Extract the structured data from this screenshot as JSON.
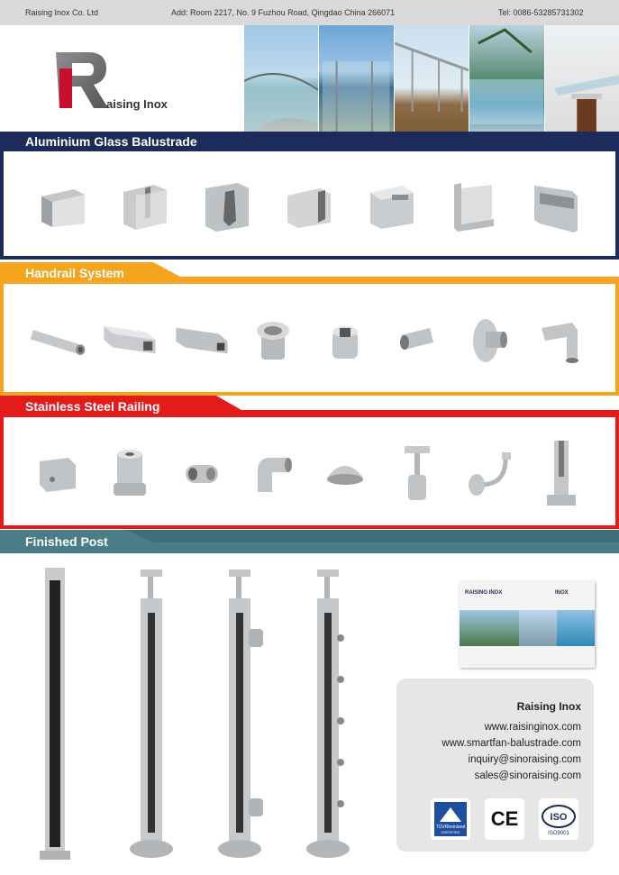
{
  "header": {
    "company": "Raising Inox Co. Ltd",
    "address": "Add: Room 2217, No. 9 Fuzhou Road, Qingdao China 266071",
    "tel": "Tel: 0086-53285731302"
  },
  "logo": {
    "letter": "R",
    "text": "aising Inox"
  },
  "sections": {
    "aluminium": {
      "title": "Aluminium Glass Balustrade",
      "color": "#1c2b5a"
    },
    "handrail": {
      "title": "Handrail System",
      "color": "#f5a51d"
    },
    "stainless": {
      "title": "Stainless Steel Railing",
      "color": "#e31b1b"
    },
    "finished": {
      "title": "Finished Post",
      "color": "#3e6f78"
    }
  },
  "catalog": {
    "brand1": "RAISING INOX",
    "brand2": "INOX"
  },
  "contact": {
    "company": "Raising Inox",
    "web1": "www.raisinginox.com",
    "web2": "www.smartfan-balustrade.com",
    "email1": "inquiry@sinoraising.com",
    "email2": "sales@sinoraising.com"
  },
  "badges": {
    "tuv": "TÜVRheinland",
    "tuv_sub": "CERTIFIED",
    "ce": "CE",
    "iso": "ISO",
    "iso_sub": "ISO9001"
  }
}
